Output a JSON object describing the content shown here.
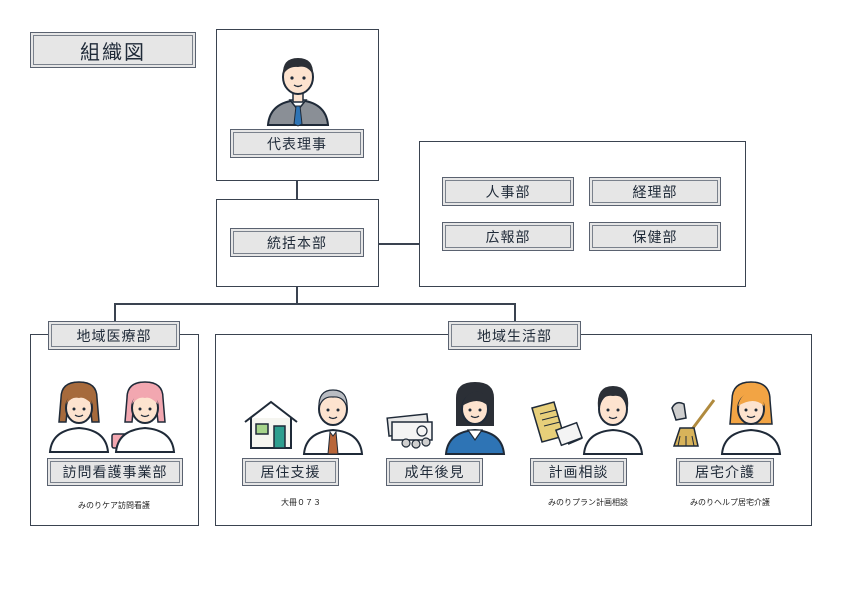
{
  "title": "組織図",
  "top": {
    "label": "代表理事"
  },
  "hq": {
    "label": "統括本部"
  },
  "admin": {
    "departments": [
      "人事部",
      "経理部",
      "広報部",
      "保健部"
    ]
  },
  "nursing": {
    "header": "地域医療部",
    "label": "訪問看護事業部",
    "caption": "みのりケア訪問看護"
  },
  "community": {
    "header": "地域生活部",
    "units": [
      {
        "label": "居住支援",
        "caption": "大冊０７３"
      },
      {
        "label": "成年後見",
        "caption": ""
      },
      {
        "label": "計画相談",
        "caption": "みのりプラン計画相談"
      },
      {
        "label": "居宅介護",
        "caption": "みのりヘルプ居宅介護"
      }
    ]
  },
  "colors": {
    "line": "#3a4350",
    "label_fill": "#e6e6e6",
    "skin": "#fde3cf",
    "accent_blue": "#2e74b5"
  },
  "icons": [
    "businessman-icon",
    "nurse-icon",
    "house-icon",
    "elderly-man-icon",
    "money-icon",
    "businesswoman-icon",
    "documents-icon",
    "young-man-icon",
    "broom-icon",
    "caregiver-woman-icon"
  ]
}
